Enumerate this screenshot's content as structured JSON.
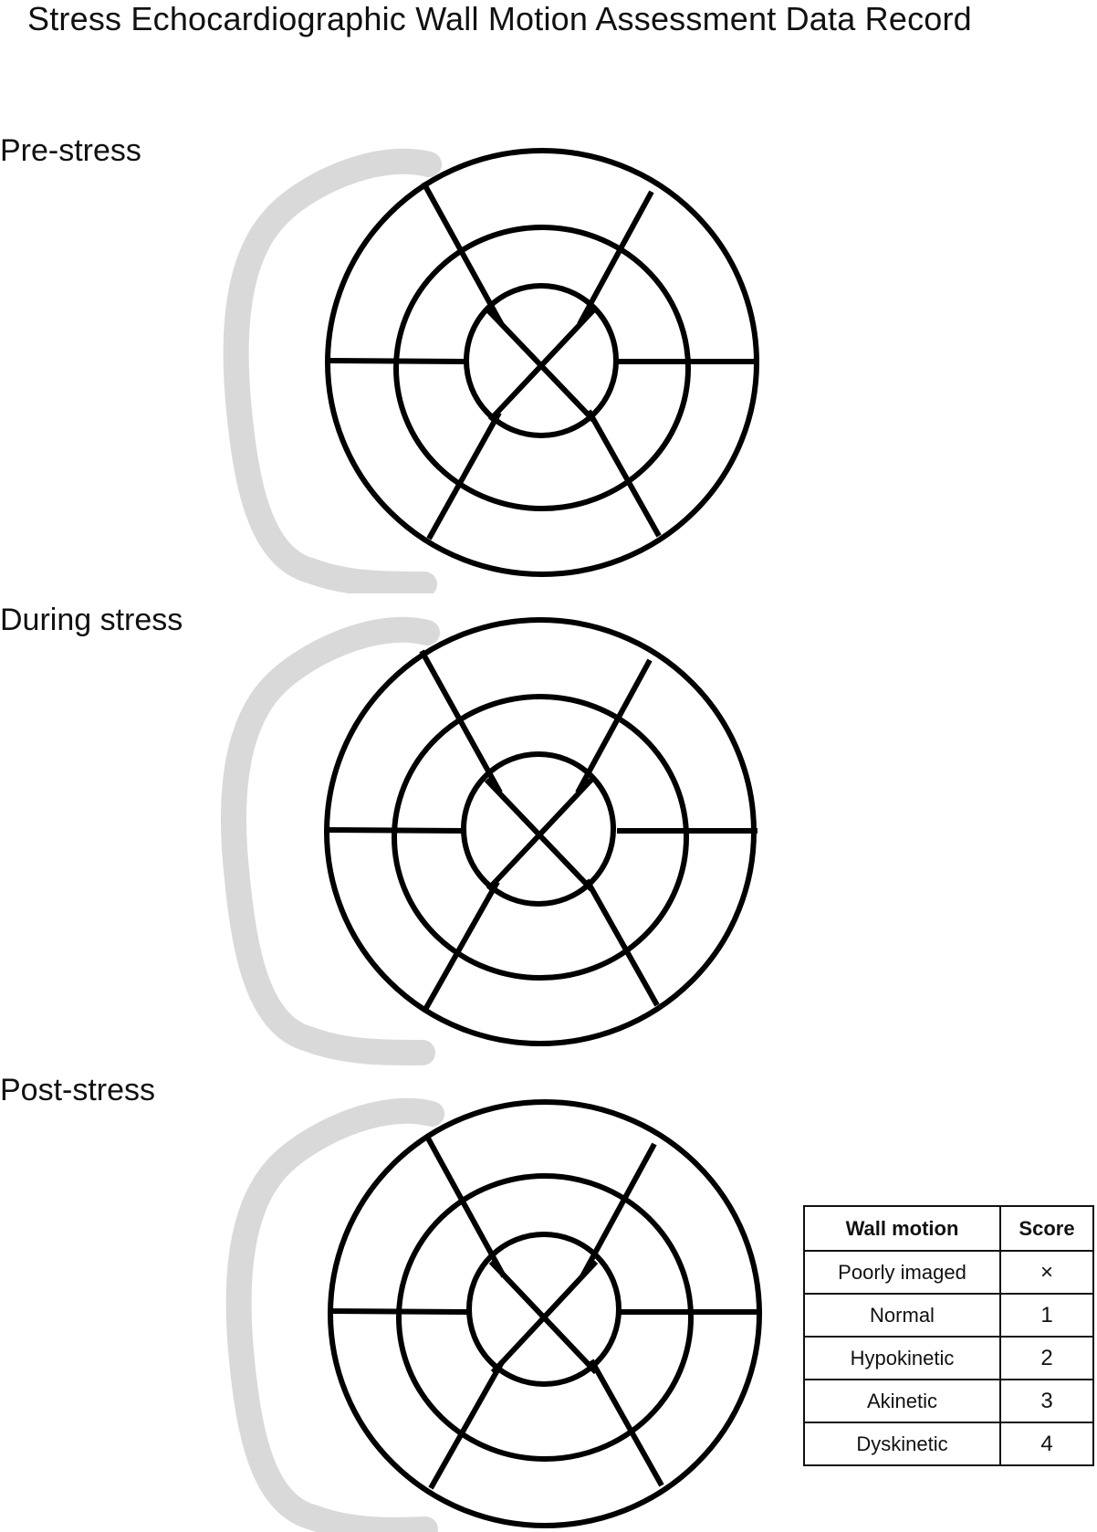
{
  "page": {
    "title": "Stress Echocardiographic Wall Motion Assessment Data Record"
  },
  "stages": [
    {
      "label": "Pre-stress",
      "segments_scored": []
    },
    {
      "label": "During stress",
      "segments_scored": []
    },
    {
      "label": "Post-stress",
      "segments_scored": []
    }
  ],
  "diagram": {
    "type": "16-segment LV bullseye (short-axis)",
    "rings": [
      "basal (6 segments)",
      "mid (6 segments)",
      "apical (4 segments)"
    ],
    "stroke_color": "#000000",
    "rv_outline_color": "#d9d9d9"
  },
  "legend": {
    "headers": {
      "wall_motion": "Wall motion",
      "score": "Score"
    },
    "rows": [
      {
        "wall_motion": "Poorly imaged",
        "score": "×"
      },
      {
        "wall_motion": "Normal",
        "score": "1"
      },
      {
        "wall_motion": "Hypokinetic",
        "score": "2"
      },
      {
        "wall_motion": "Akinetic",
        "score": "3"
      },
      {
        "wall_motion": "Dyskinetic",
        "score": "4"
      }
    ]
  }
}
